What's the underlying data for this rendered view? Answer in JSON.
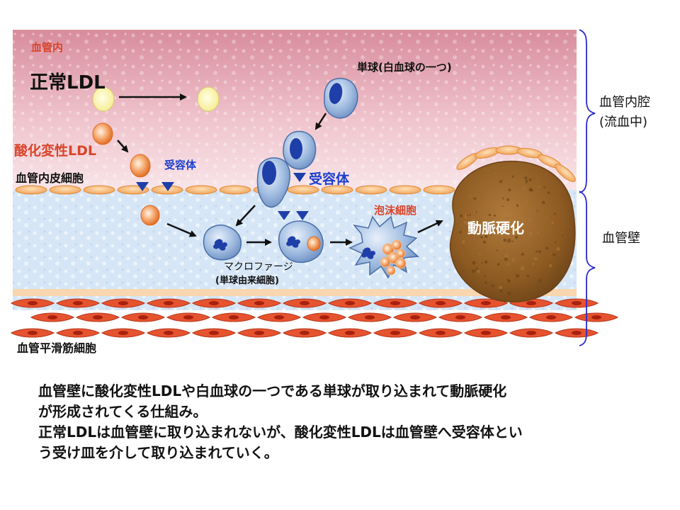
{
  "labels": {
    "lumen_inner": "血管内",
    "normal_ldl": "正常LDL",
    "oxidized_ldl": "酸化変性LDL",
    "endothelium": "血管内皮細胞",
    "receptor_left": "受容体",
    "receptor_right": "受容体",
    "monocyte": "単球(白血球の一つ)",
    "foam_cell": "泡沫細胞",
    "atherosclerosis": "動脈硬化",
    "macrophage": "マクロファージ",
    "macrophage_sub": "(単球由来細胞)",
    "smooth_muscle": "血管平滑筋細胞",
    "lumen_side_1": "血管内腔",
    "lumen_side_2": "(流血中)",
    "wall_side": "血管壁"
  },
  "caption": [
    "血管壁に酸化変性LDLや白血球の一つである単球が取り込まれて動脈硬化",
    "が形成されてくる仕組み。",
    "正常LDLは血管壁に取り込まれないが、酸化変性LDLは血管壁へ受容体とい",
    "う受け皿を介して取り込まれていく。"
  ],
  "colors": {
    "lumen_top": "#d88c9c",
    "lumen_bottom": "#f6e2e6",
    "wall": "#d6e6f6",
    "endothelial_cell": "#f2a85a",
    "smooth_muscle_cell": "#e5532f",
    "plaque": "#8c5a22",
    "receptor": "#1f3fa8",
    "monocyte": "#8fb0d8",
    "normal_ldl": "#fff6a6",
    "oxidized_ldl": "#f08a3a"
  }
}
